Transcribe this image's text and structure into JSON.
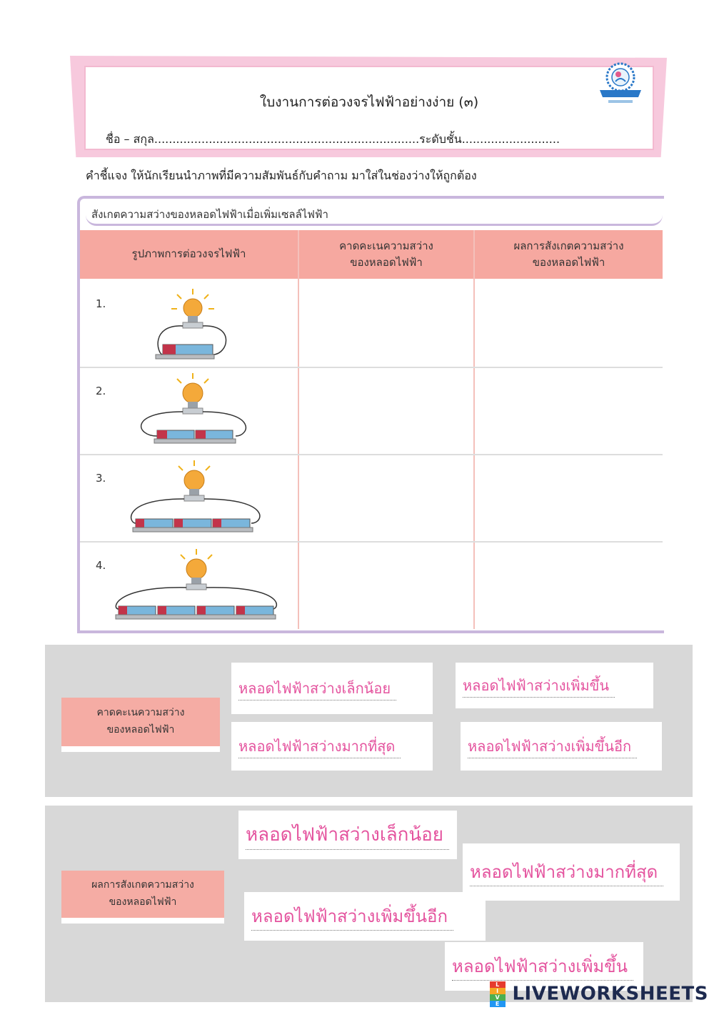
{
  "header": {
    "title": "ใบงานการต่อวงจรไฟฟ้าอย่างง่าย (๓)",
    "name_line": "ชื่อ – สกุล.........................................................................ระดับชั้น...........................",
    "instruction": "คำชี้แจง  ให้นักเรียนนำภาพที่มีความสัมพันธ์กับคำถาม มาใส่ในช่องว่างให้ถูกต้อง"
  },
  "table": {
    "title": "สังเกตความสว่างของหลอดไฟฟ้าเมื่อเพิ่มเซลล์ไฟฟ้า",
    "headers": [
      [
        "รูปภาพการต่อวงจรไฟฟ้า"
      ],
      [
        "คาดคะเนความสว่าง",
        "ของหลอดไฟฟ้า"
      ],
      [
        "ผลการสังเกตความสว่าง",
        "ของหลอดไฟฟ้า"
      ]
    ],
    "rows": [
      "1.",
      "2.",
      "3.",
      "4."
    ]
  },
  "prediction_zone": {
    "label_lines": [
      "คาดคะเนความสว่าง",
      "ของหลอดไฟฟ้า"
    ],
    "cards": [
      "หลอดไฟฟ้าสว่างเล็กน้อย",
      "หลอดไฟฟ้าสว่างเพิ่มขึ้น",
      "หลอดไฟฟ้าสว่างมากที่สุด",
      "หลอดไฟฟ้าสว่างเพิ่มขึ้นอีก"
    ]
  },
  "observation_zone": {
    "label_lines": [
      "ผลการสังเกตความสว่าง",
      "ของหลอดไฟฟ้า"
    ],
    "cards": [
      "หลอดไฟฟ้าสว่างเล็กน้อย",
      "หลอดไฟฟ้าสว่างมากที่สุด",
      "หลอดไฟฟ้าสว่างเพิ่มขึ้นอีก",
      "หลอดไฟฟ้าสว่างเพิ่มขึ้น"
    ]
  },
  "watermark": {
    "live": [
      "L",
      "I",
      "V",
      "E"
    ],
    "text": "LIVEWORKSHEETS"
  },
  "colors": {
    "header_border": "#f7c9dd",
    "table_header": "#f6a8a0",
    "table_border": "#c9b7dd",
    "zone_bg": "#d8d8d8",
    "card_text": "#e4539e"
  }
}
